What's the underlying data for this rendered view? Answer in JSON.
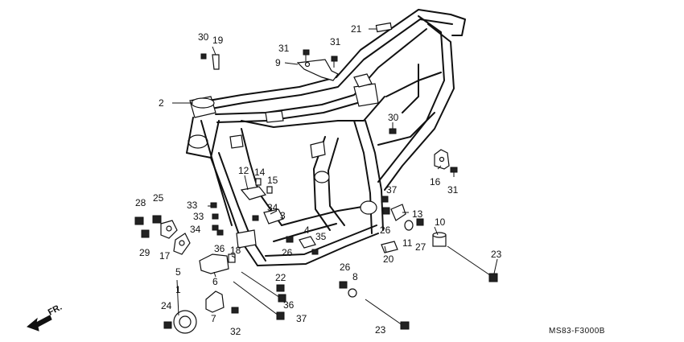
{
  "diagram": {
    "code": "MS83-F3000B",
    "direction_label": "FR.",
    "callouts": [
      {
        "id": "c1",
        "text": "1"
      },
      {
        "id": "c2",
        "text": "2"
      },
      {
        "id": "c3",
        "text": "3"
      },
      {
        "id": "c4",
        "text": "4"
      },
      {
        "id": "c5",
        "text": "5"
      },
      {
        "id": "c6",
        "text": "6"
      },
      {
        "id": "c7",
        "text": "7"
      },
      {
        "id": "c8",
        "text": "8"
      },
      {
        "id": "c9",
        "text": "9"
      },
      {
        "id": "c10",
        "text": "10"
      },
      {
        "id": "c11",
        "text": "11"
      },
      {
        "id": "c12",
        "text": "12"
      },
      {
        "id": "c13",
        "text": "13"
      },
      {
        "id": "c14",
        "text": "14"
      },
      {
        "id": "c15",
        "text": "15"
      },
      {
        "id": "c16",
        "text": "16"
      },
      {
        "id": "c17",
        "text": "17"
      },
      {
        "id": "c18",
        "text": "18"
      },
      {
        "id": "c19",
        "text": "19"
      },
      {
        "id": "c20",
        "text": "20"
      },
      {
        "id": "c21",
        "text": "21"
      },
      {
        "id": "c22",
        "text": "22"
      },
      {
        "id": "c23",
        "text": "23"
      },
      {
        "id": "c24",
        "text": "24"
      },
      {
        "id": "c25",
        "text": "25"
      },
      {
        "id": "c26a",
        "text": "26"
      },
      {
        "id": "c26b",
        "text": "26"
      },
      {
        "id": "c26c",
        "text": "26"
      },
      {
        "id": "c27a",
        "text": "27"
      },
      {
        "id": "c27b",
        "text": "27"
      },
      {
        "id": "c28",
        "text": "28"
      },
      {
        "id": "c29",
        "text": "29"
      },
      {
        "id": "c30a",
        "text": "30"
      },
      {
        "id": "c30b",
        "text": "30"
      },
      {
        "id": "c31a",
        "text": "31"
      },
      {
        "id": "c31b",
        "text": "31"
      },
      {
        "id": "c31c",
        "text": "31"
      },
      {
        "id": "c32",
        "text": "32"
      },
      {
        "id": "c33a",
        "text": "33"
      },
      {
        "id": "c33b",
        "text": "33"
      },
      {
        "id": "c34a",
        "text": "34"
      },
      {
        "id": "c34b",
        "text": "34"
      },
      {
        "id": "c34c",
        "text": "34"
      },
      {
        "id": "c35",
        "text": "35"
      },
      {
        "id": "c36a",
        "text": "36"
      },
      {
        "id": "c36b",
        "text": "36"
      },
      {
        "id": "c37",
        "text": "37"
      }
    ]
  }
}
